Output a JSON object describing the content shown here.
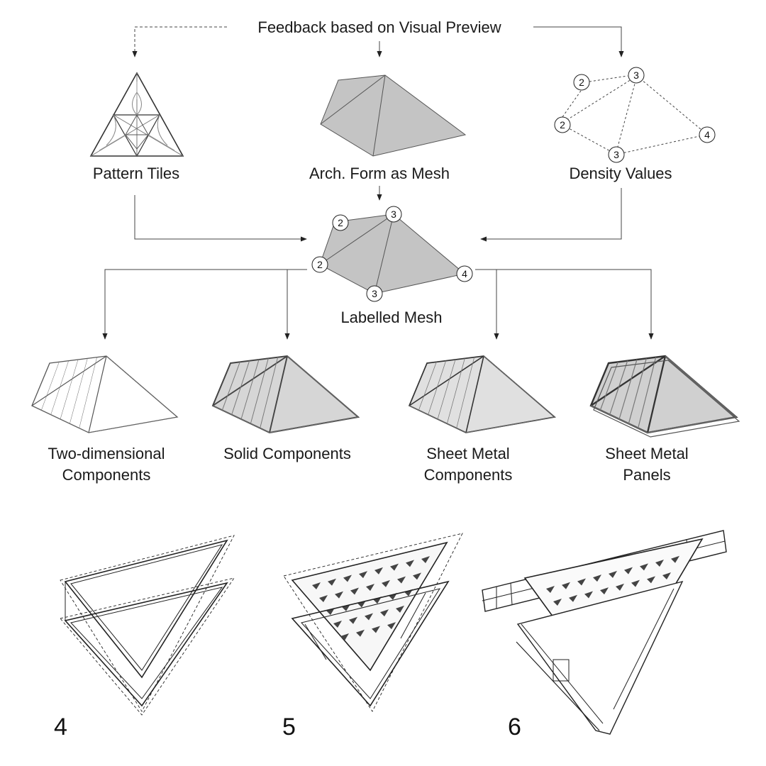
{
  "feedback_label": "Feedback based on Visual Preview",
  "labels": {
    "pattern_tiles": "Pattern Tiles",
    "arch_form": "Arch. Form as Mesh",
    "density_values": "Density Values",
    "labelled_mesh": "Labelled Mesh",
    "two_dim_line1": "Two-dimensional",
    "two_dim_line2": "Components",
    "solid": "Solid Components",
    "sheet_comp_line1": "Sheet Metal",
    "sheet_comp_line2": "Components",
    "sheet_panels_line1": "Sheet Metal",
    "sheet_panels_line2": "Panels"
  },
  "density_nodes": [
    "2",
    "3",
    "2",
    "4",
    "3"
  ],
  "mesh_nodes": [
    "2",
    "3",
    "2",
    "4",
    "3"
  ],
  "step_numbers": [
    "4",
    "5",
    "6"
  ],
  "colors": {
    "mesh_fill": "#c4c4c4",
    "line": "#333333"
  }
}
